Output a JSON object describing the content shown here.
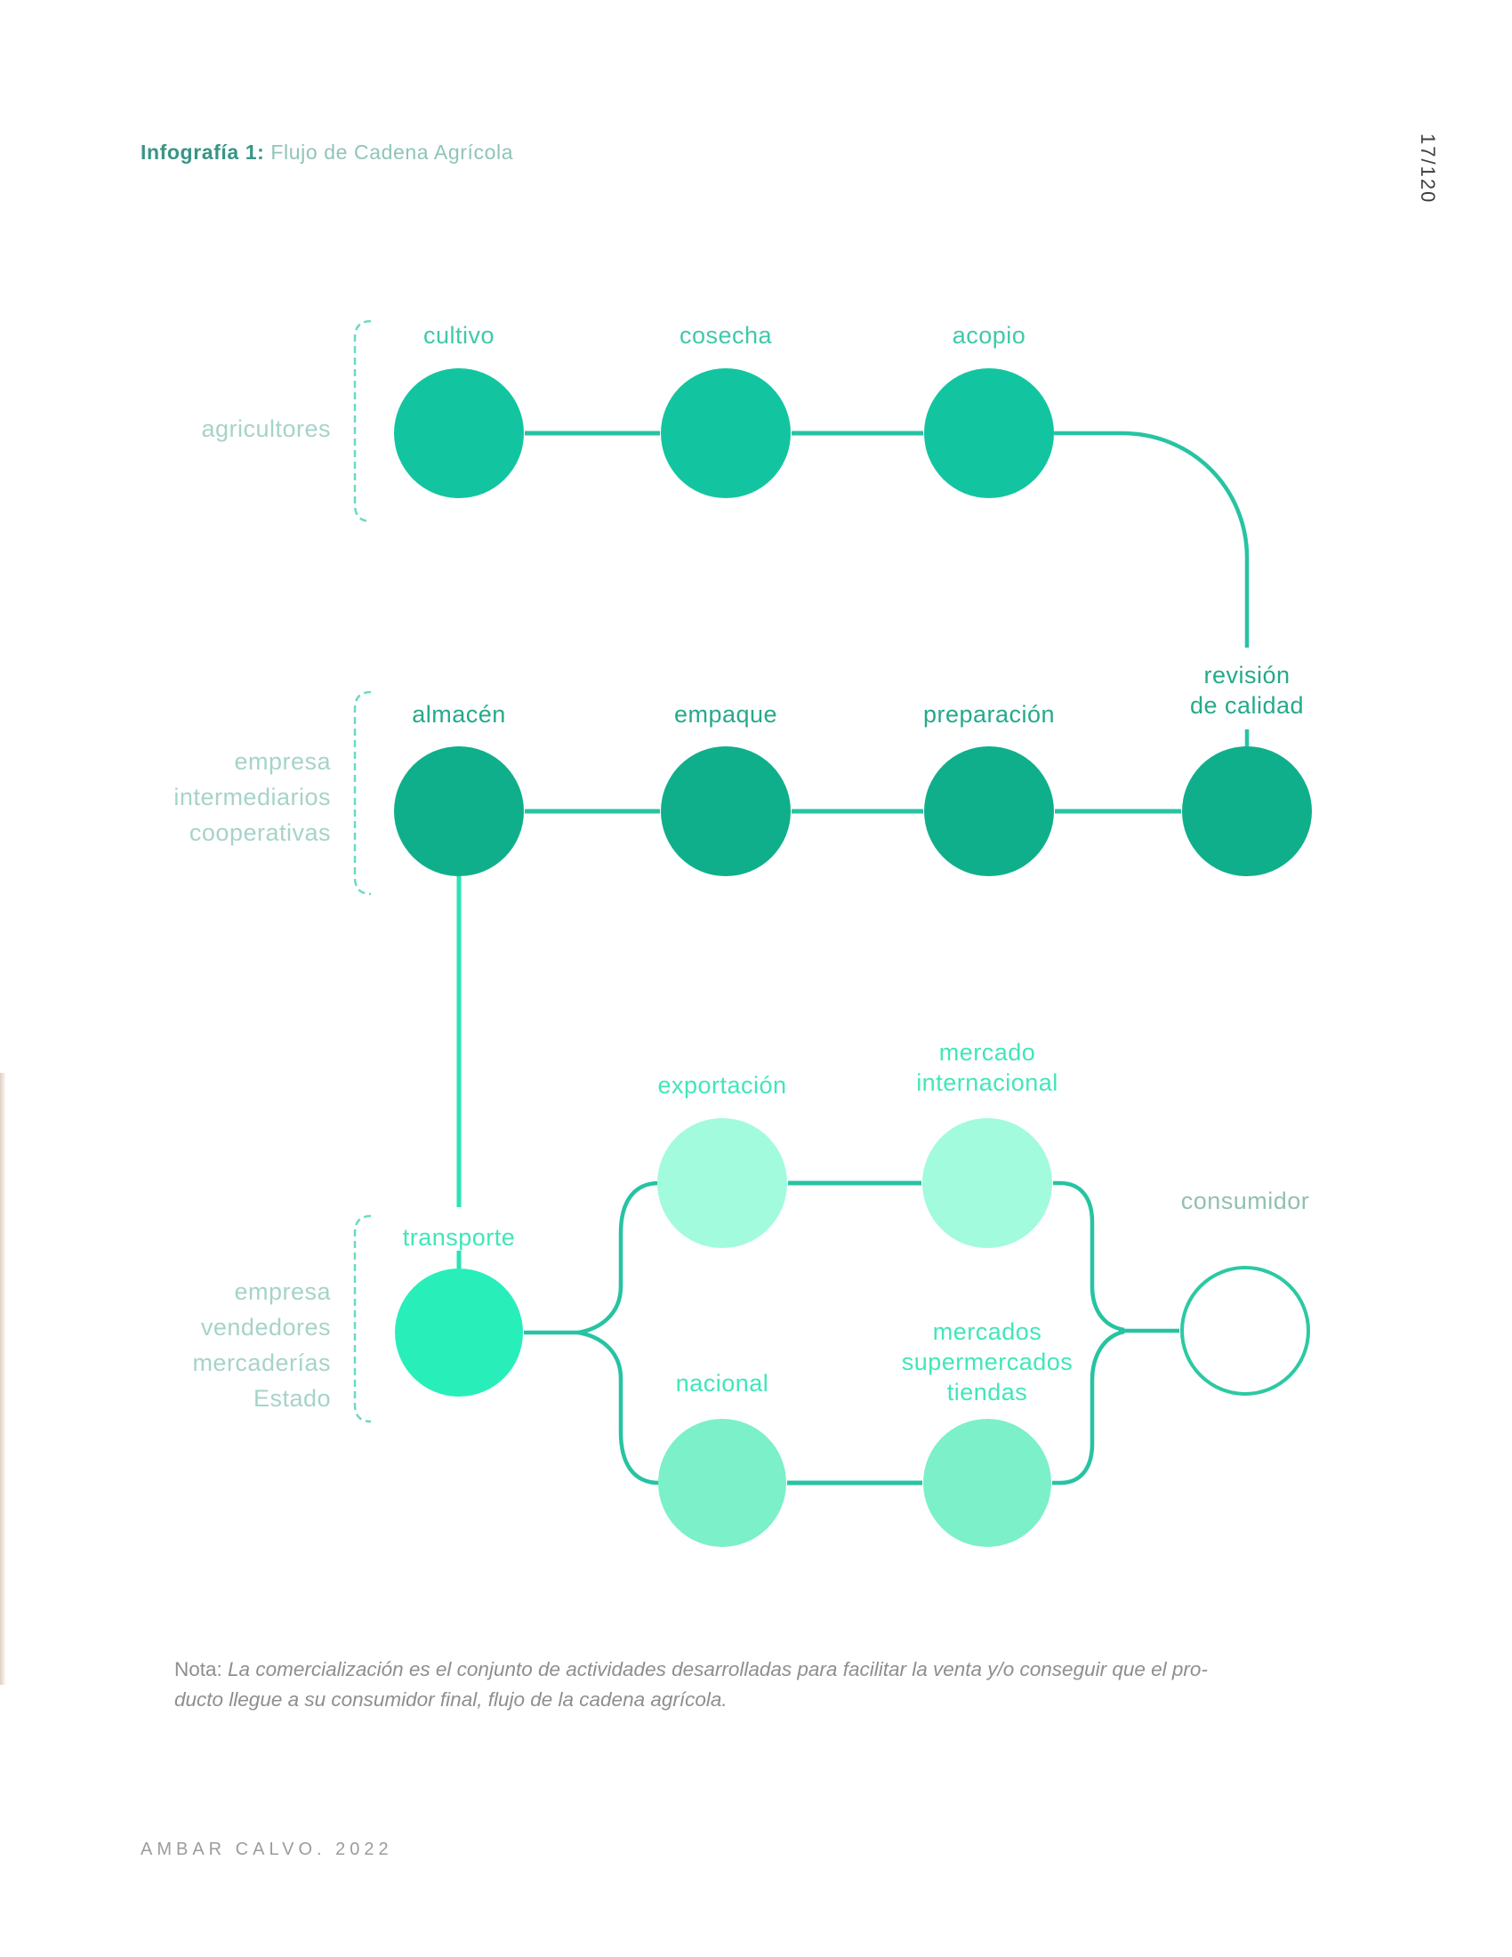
{
  "page": {
    "title": {
      "prefix": "Infografía 1:",
      "rest": " Flujo de Cadena Agrícola"
    },
    "page_number": "17/120",
    "note": {
      "label": "Nota:",
      "line1": "La comercialización es el conjunto de actividades desarrolladas para facilitar la venta y/o conseguir que el pro-",
      "line2": "ducto llegue a su consumidor final, flujo de la cadena agrícola."
    },
    "footer": "AMBAR CALVO. 2022"
  },
  "diagram": {
    "group_labels": {
      "agricultores": [
        "agricultores"
      ],
      "intermediarios": [
        "empresa",
        "intermediarios",
        "cooperativas"
      ],
      "vendedores": [
        "empresa",
        "vendedores",
        "mercaderías",
        "Estado"
      ]
    },
    "nodes": {
      "cultivo": [
        "cultivo"
      ],
      "cosecha": [
        "cosecha"
      ],
      "acopio": [
        "acopio"
      ],
      "almacen": [
        "almacén"
      ],
      "empaque": [
        "empaque"
      ],
      "preparacion": [
        "preparación"
      ],
      "revision": [
        "revisión",
        "de calidad"
      ],
      "transporte": [
        "transporte"
      ],
      "exportacion": [
        "exportación"
      ],
      "mercado_internacional": [
        "mercado",
        "internacional"
      ],
      "nacional": [
        "nacional"
      ],
      "mercados": [
        "mercados",
        "supermercados",
        "tiendas"
      ],
      "consumidor": [
        "consumidor"
      ]
    },
    "colors": {
      "row1_fill": "#12C5A0",
      "row2_fill": "#10AF8B",
      "transporte_fill": "#28EFBA",
      "light_fill": "#A1FBDC",
      "mid_fill": "#7BF0C9",
      "outline_stroke": "#2CC9A2",
      "connector": "#27C3A2",
      "bright_connector": "#2CE3B6",
      "bracket": "#6BD9C3"
    }
  }
}
